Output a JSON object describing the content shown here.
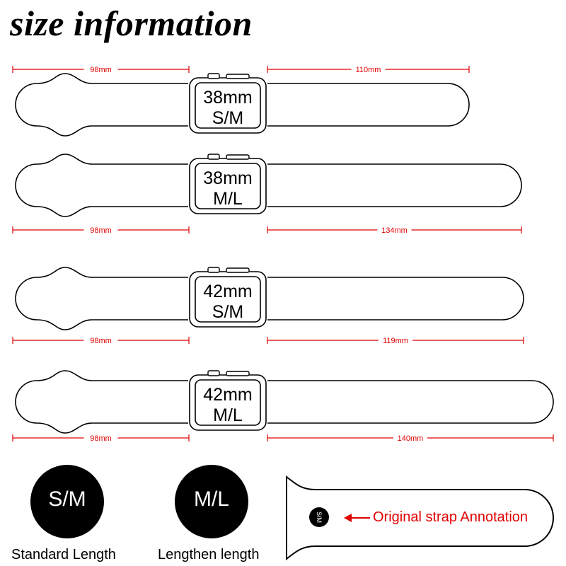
{
  "title": "size information",
  "accent_color": "#e00000",
  "bands": [
    {
      "face_line1": "38mm",
      "face_line2": "S/M",
      "left_dim": "98mm",
      "right_dim": "110mm"
    },
    {
      "face_line1": "38mm",
      "face_line2": "M/L",
      "left_dim": "98mm",
      "right_dim": "134mm"
    },
    {
      "face_line1": "42mm",
      "face_line2": "S/M",
      "left_dim": "98mm",
      "right_dim": "119mm"
    },
    {
      "face_line1": "42mm",
      "face_line2": "M/L",
      "left_dim": "98mm",
      "right_dim": "140mm"
    }
  ],
  "legend": {
    "sm_badge": "S/M",
    "sm_caption": "Standard Length",
    "ml_badge": "M/L",
    "ml_caption": "Lengthen length",
    "strap_badge": "S/M",
    "annotation": "Original strap Annotation"
  }
}
